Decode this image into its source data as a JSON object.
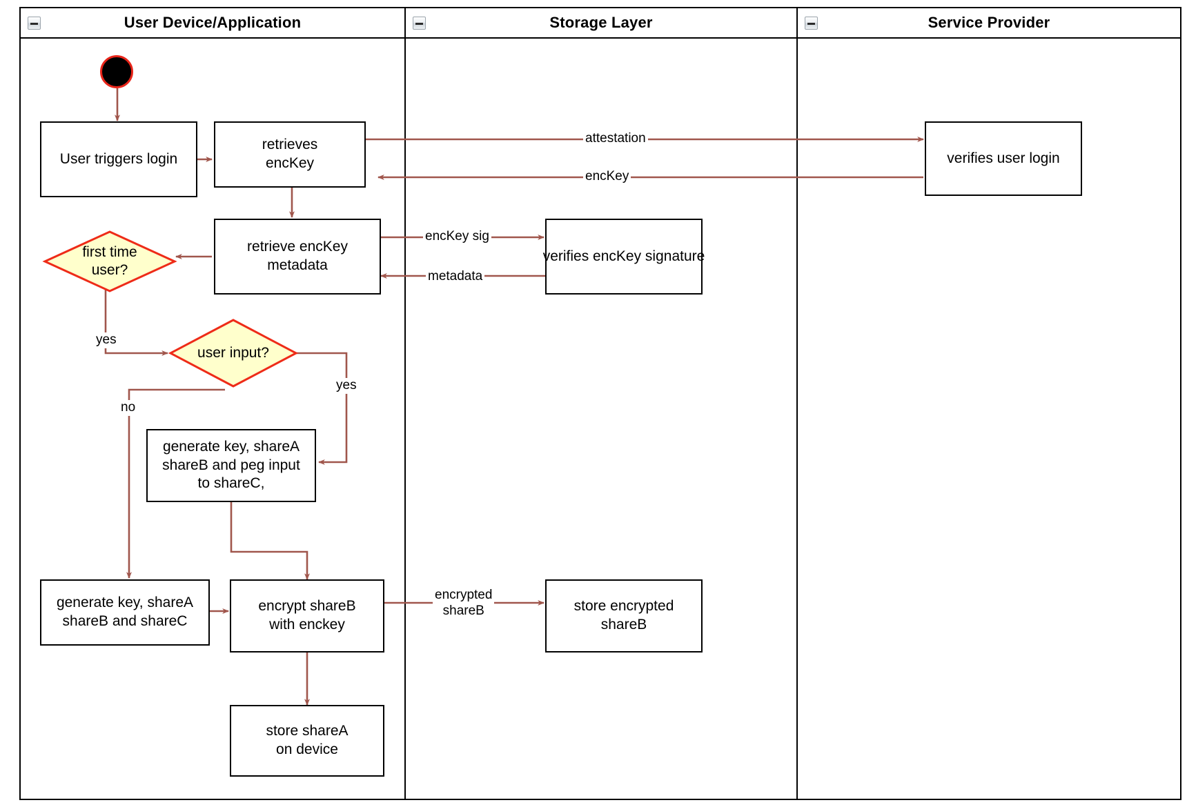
{
  "diagram": {
    "type": "uml-activity-swimlane",
    "title": "",
    "colors": {
      "edge": "#a0564c",
      "node_border": "#000000",
      "decision_fill": "#ffffcc",
      "decision_border": "#ee2b18",
      "start_fill": "#000000",
      "start_ring": "#e8251a",
      "background": "#ffffff"
    }
  },
  "lanes": [
    {
      "id": "user-device",
      "title": "User Device/Application",
      "collapse_icon": "collapse-minus-icon"
    },
    {
      "id": "storage-layer",
      "title": "Storage Layer",
      "collapse_icon": "collapse-minus-icon"
    },
    {
      "id": "service-provider",
      "title": "Service Provider",
      "collapse_icon": "collapse-minus-icon"
    }
  ],
  "nodes": [
    {
      "id": "start",
      "kind": "initial",
      "lane": "user-device",
      "label": ""
    },
    {
      "id": "user-triggers-login",
      "kind": "action",
      "lane": "user-device",
      "label": "User triggers login"
    },
    {
      "id": "retrieves-enckey",
      "kind": "action",
      "lane": "user-device",
      "label": "retrieves\nencKey"
    },
    {
      "id": "verifies-user-login",
      "kind": "action",
      "lane": "service-provider",
      "label": "verifies user login"
    },
    {
      "id": "retrieve-enckey-metadata",
      "kind": "action",
      "lane": "user-device",
      "label": "retrieve encKey\nmetadata"
    },
    {
      "id": "verifies-enckey-signature",
      "kind": "action",
      "lane": "storage-layer",
      "label": "verifies encKey signature"
    },
    {
      "id": "first-time-user",
      "kind": "decision",
      "lane": "user-device",
      "label": "first time\nuser?"
    },
    {
      "id": "user-input",
      "kind": "decision",
      "lane": "user-device",
      "label": "user input?"
    },
    {
      "id": "generate-peg-input",
      "kind": "action",
      "lane": "user-device",
      "label": "generate key, shareA\nshareB and peg input\nto shareC,"
    },
    {
      "id": "generate-shares",
      "kind": "action",
      "lane": "user-device",
      "label": "generate key, shareA\nshareB and shareC"
    },
    {
      "id": "encrypt-shareb",
      "kind": "action",
      "lane": "user-device",
      "label": "encrypt shareB\nwith enckey"
    },
    {
      "id": "store-encrypted-shareb",
      "kind": "action",
      "lane": "storage-layer",
      "label": "store encrypted\nshareB"
    },
    {
      "id": "store-sharea-on-device",
      "kind": "action",
      "lane": "user-device",
      "label": "store shareA\non device"
    }
  ],
  "edges": [
    {
      "id": "e-start-login",
      "from": "start",
      "to": "user-triggers-login",
      "label": ""
    },
    {
      "id": "e-login-retrieves",
      "from": "user-triggers-login",
      "to": "retrieves-enckey",
      "label": ""
    },
    {
      "id": "e-attestation",
      "from": "retrieves-enckey",
      "to": "verifies-user-login",
      "label": "attestation"
    },
    {
      "id": "e-enckey-back",
      "from": "verifies-user-login",
      "to": "retrieves-enckey",
      "label": "encKey"
    },
    {
      "id": "e-retrieves-metadata",
      "from": "retrieves-enckey",
      "to": "retrieve-enckey-metadata",
      "label": ""
    },
    {
      "id": "e-enckey-sig",
      "from": "retrieve-enckey-metadata",
      "to": "verifies-enckey-signature",
      "label": "encKey sig"
    },
    {
      "id": "e-metadata-back",
      "from": "verifies-enckey-signature",
      "to": "retrieve-enckey-metadata",
      "label": "metadata"
    },
    {
      "id": "e-metadata-firsttime",
      "from": "retrieve-enckey-metadata",
      "to": "first-time-user",
      "label": ""
    },
    {
      "id": "e-firsttime-yes",
      "from": "first-time-user",
      "to": "user-input",
      "label": "yes"
    },
    {
      "id": "e-userinput-yes",
      "from": "user-input",
      "to": "generate-peg-input",
      "label": "yes"
    },
    {
      "id": "e-userinput-no",
      "from": "user-input",
      "to": "generate-shares",
      "label": "no"
    },
    {
      "id": "e-peg-encrypt",
      "from": "generate-peg-input",
      "to": "encrypt-shareb",
      "label": ""
    },
    {
      "id": "e-shares-encrypt",
      "from": "generate-shares",
      "to": "encrypt-shareb",
      "label": ""
    },
    {
      "id": "e-encrypted-shareb",
      "from": "encrypt-shareb",
      "to": "store-encrypted-shareb",
      "label": "encrypted\nshareB"
    },
    {
      "id": "e-encrypt-store-sharea",
      "from": "encrypt-shareb",
      "to": "store-sharea-on-device",
      "label": ""
    }
  ],
  "labels": {
    "attestation": "attestation",
    "enckey": "encKey",
    "enckey_sig": "encKey sig",
    "metadata": "metadata",
    "yes_first_time": "yes",
    "yes_user_input": "yes",
    "no_user_input": "no",
    "encrypted_shareb": "encrypted\nshareB"
  }
}
